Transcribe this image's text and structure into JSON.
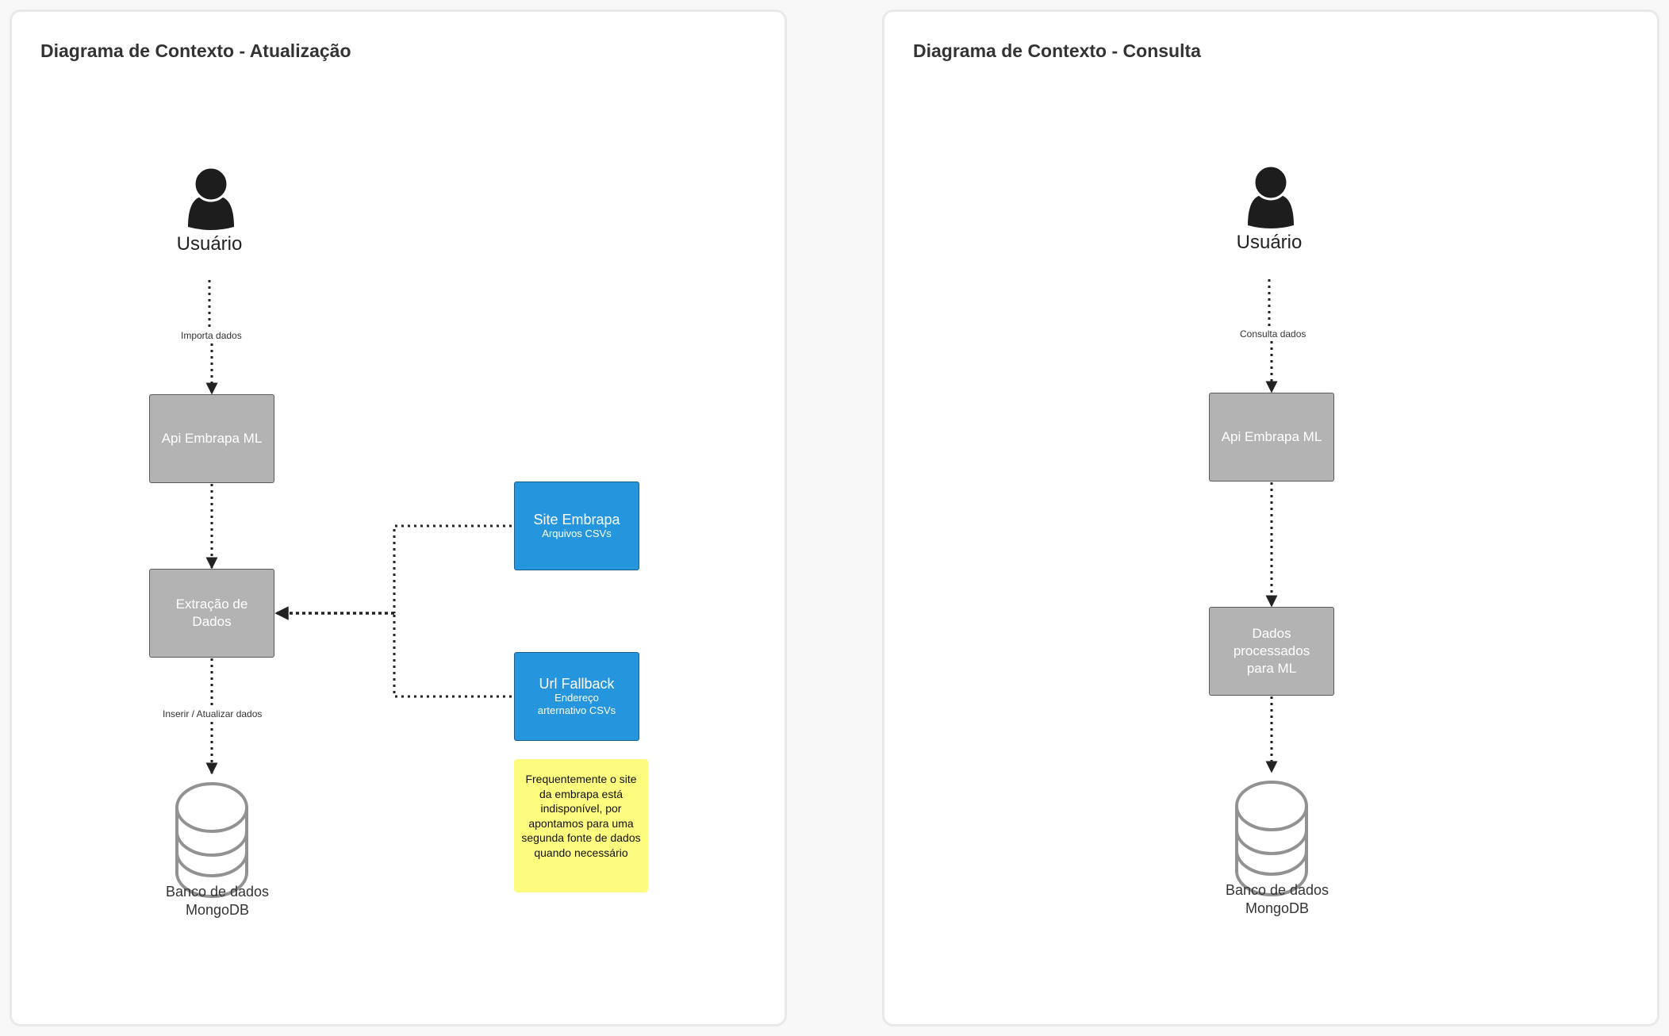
{
  "left": {
    "title": "Diagrama de Contexto - Atualização",
    "actor": "Usuário",
    "edge_import": "Importa dados",
    "api": "Api Embrapa ML",
    "extract": "Extração de Dados",
    "edge_insert": "Inserir / Atualizar dados",
    "db": [
      "Banco de dados",
      "MongoDB"
    ],
    "site": {
      "title": "Site Embrapa",
      "sub": "Arquivos CSVs"
    },
    "fallback": {
      "title": "Url Fallback",
      "sub": "Endereço arternativo  CSVs"
    },
    "note": "Frequentemente o site da embrapa está indisponível, por apontamos para uma segunda fonte de dados quando necessário"
  },
  "right": {
    "title": "Diagrama de Contexto - Consulta",
    "actor": "Usuário",
    "edge_query": "Consulta dados",
    "api": "Api Embrapa ML",
    "processed": "Dados processados para ML",
    "db": [
      "Banco de dados",
      "MongoDB"
    ]
  },
  "colors": {
    "gray_node": "#b3b3b3",
    "blue_node": "#2596dd",
    "note": "#fdfc7e",
    "connector": "#222222"
  },
  "icons": {
    "actor": "user-icon",
    "database": "database-icon"
  }
}
